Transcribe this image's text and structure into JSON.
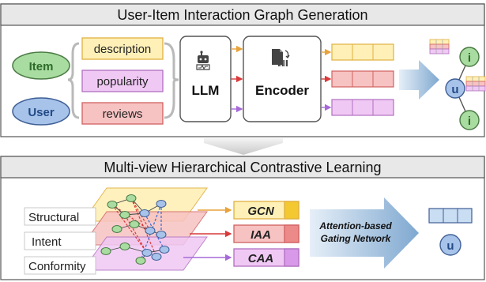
{
  "top_panel": {
    "title": "User-Item Interaction Graph Generation",
    "entities": {
      "item": "Item",
      "user": "User"
    },
    "features": [
      "description",
      "popularity",
      "reviews"
    ],
    "llm_label": "LLM",
    "encoder_label": "Encoder",
    "node_u": "u",
    "node_i": "i"
  },
  "bottom_panel": {
    "title": "Multi-view Hierarchical Contrastive Learning",
    "views": [
      "Structural",
      "Intent",
      "Conformity"
    ],
    "modules": [
      "GCN",
      "IAA",
      "CAA"
    ],
    "gating_label_line1": "Attention-based",
    "gating_label_line2": "Gating Network",
    "node_u": "u"
  },
  "colors": {
    "panel_header": "#e8e8e8",
    "item_green": "#a8dca0",
    "user_blue": "#a7c3ea",
    "description_yellow": "#fff0b8",
    "popularity_purple": "#f0c8f4",
    "reviews_red": "#f7c2c2",
    "arrow_blue": "#8fb4d8"
  }
}
